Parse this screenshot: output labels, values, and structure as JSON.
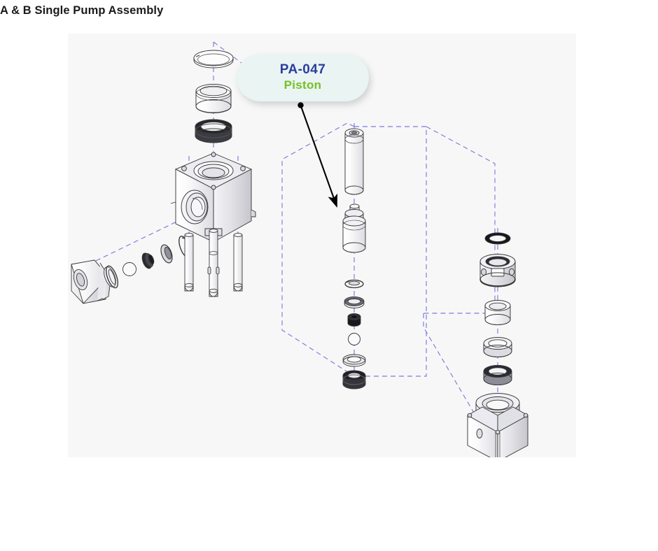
{
  "page": {
    "title": "A & B Single Pump Assembly",
    "background_color": "#ffffff",
    "diagram_background_color": "#f7f7f7"
  },
  "callout": {
    "part_code": "PA-047",
    "part_name": "Piston",
    "code_color": "#2c3e9e",
    "name_color": "#77c123",
    "bubble_color": "#e9f4f3",
    "pointer_color": "#000000"
  },
  "diagram": {
    "kind": "exploded-assembly-drawing",
    "guideline_color": "#7b7bdd",
    "line_color": "#3a3a3a",
    "columns": [
      {
        "name": "left-seal-stack",
        "orientation": "diagonal"
      },
      {
        "name": "pump-body-column",
        "orientation": "vertical"
      },
      {
        "name": "piston-column",
        "orientation": "vertical"
      },
      {
        "name": "valve-head-column",
        "orientation": "vertical"
      }
    ]
  }
}
